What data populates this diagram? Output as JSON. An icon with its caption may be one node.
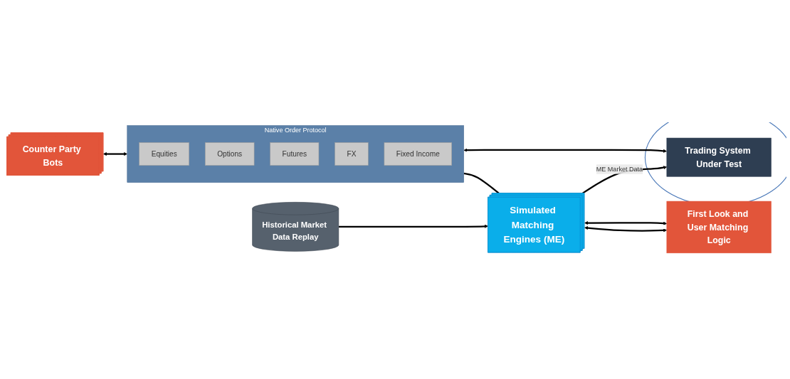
{
  "diagram": {
    "nodes": [
      {
        "text": [
          "Counter Party Bots"
        ]
      },
      {
        "text": [
          "Native Order Protocol"
        ]
      },
      {
        "text": [
          "Equities"
        ],
        "in": 1
      },
      {
        "text": [
          "Options"
        ],
        "in": 1
      },
      {
        "text": [
          "Futures"
        ],
        "in": 1
      },
      {
        "text": [
          "FX"
        ],
        "in": 1
      },
      {
        "text": [
          "Fixed Income"
        ],
        "in": 1
      },
      {
        "text": [
          "Simulated Matching Engines (ME)"
        ]
      },
      {
        "text": [
          "First Look and User Matching Logic"
        ]
      },
      {
        "text": [],
        "shape": "circle"
      },
      {
        "text": [
          "Trading System Under Test"
        ],
        "in": 9
      },
      {
        "text": [
          "Historical Market Data Replay"
        ]
      }
    ],
    "edges": [
      {
        "from": 0,
        "to": 1,
        "arrow": "both"
      },
      {
        "from": 10,
        "to": 1,
        "arrow": "both"
      },
      {
        "from": 1,
        "to": 7,
        "arrow": "none"
      },
      {
        "from": 7,
        "to": 8,
        "arrow": "both"
      },
      {
        "from": 7,
        "to": 8,
        "arrow": "both"
      },
      {
        "from": 11,
        "to": 7,
        "arrow": "to"
      },
      {
        "from": 7,
        "to": 10,
        "arrow": "to",
        "label": "ME Market Data"
      }
    ]
  }
}
